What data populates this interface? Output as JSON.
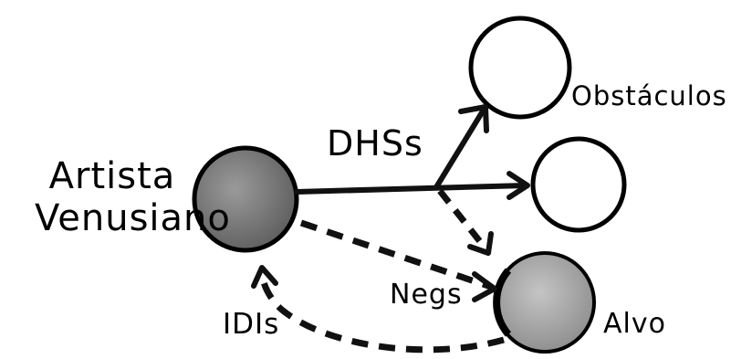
{
  "labels": {
    "artista_line1": "Artista",
    "artista_line2": "Venusiano",
    "dhss": "DHSs",
    "obstaculos": "Obstáculos",
    "negs": "Negs",
    "idis": "IDIs",
    "alvo": "Alvo"
  },
  "colors": {
    "stroke": "#000000",
    "artista_fill": "#7a7a7a",
    "alvo_fill": "#a8a8a8",
    "arrow": "#111111",
    "obstacle_fill": "#ffffff"
  }
}
